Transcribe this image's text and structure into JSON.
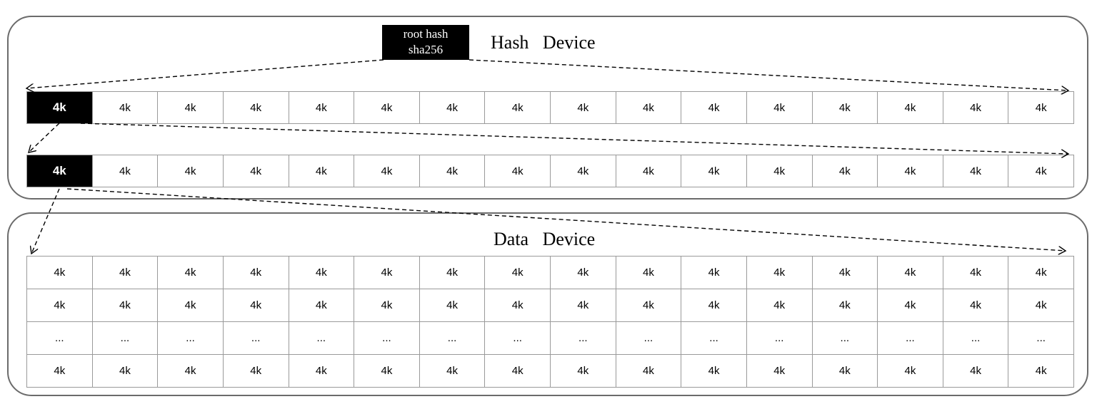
{
  "hash_device": {
    "title": "Hash   Device",
    "root_hash": {
      "line1": "root hash",
      "line2": "sha256"
    },
    "rows": [
      [
        "4k",
        "4k",
        "4k",
        "4k",
        "4k",
        "4k",
        "4k",
        "4k",
        "4k",
        "4k",
        "4k",
        "4k",
        "4k",
        "4k",
        "4k",
        "4k"
      ],
      [
        "4k",
        "4k",
        "4k",
        "4k",
        "4k",
        "4k",
        "4k",
        "4k",
        "4k",
        "4k",
        "4k",
        "4k",
        "4k",
        "4k",
        "4k",
        "4k"
      ]
    ]
  },
  "data_device": {
    "title": "Data   Device",
    "rows": [
      [
        "4k",
        "4k",
        "4k",
        "4k",
        "4k",
        "4k",
        "4k",
        "4k",
        "4k",
        "4k",
        "4k",
        "4k",
        "4k",
        "4k",
        "4k",
        "4k"
      ],
      [
        "4k",
        "4k",
        "4k",
        "4k",
        "4k",
        "4k",
        "4k",
        "4k",
        "4k",
        "4k",
        "4k",
        "4k",
        "4k",
        "4k",
        "4k",
        "4k"
      ],
      [
        "...",
        "...",
        "...",
        "...",
        "...",
        "...",
        "...",
        "...",
        "...",
        "...",
        "...",
        "...",
        "...",
        "...",
        "...",
        "..."
      ],
      [
        "4k",
        "4k",
        "4k",
        "4k",
        "4k",
        "4k",
        "4k",
        "4k",
        "4k",
        "4k",
        "4k",
        "4k",
        "4k",
        "4k",
        "4k",
        "4k"
      ]
    ]
  },
  "colors": {
    "highlight": "#000000",
    "border": "#9a9a9a",
    "panel_border": "#6b6b6b"
  }
}
